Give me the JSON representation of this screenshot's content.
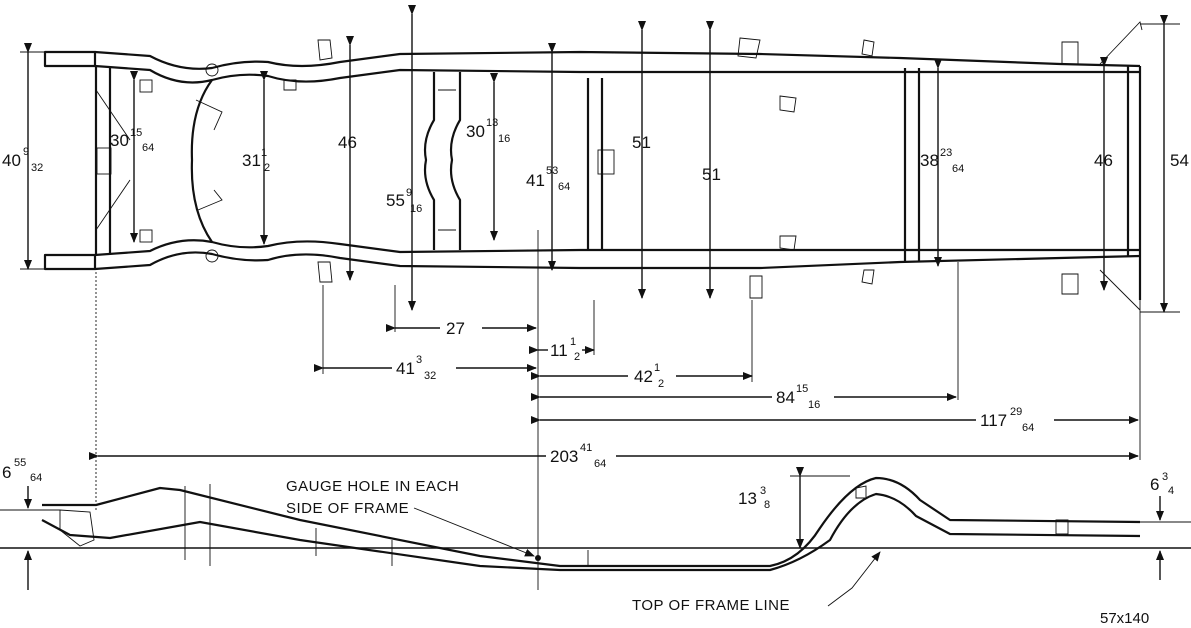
{
  "diagram": {
    "plan_view": {
      "widths": {
        "front_outer": {
          "whole": "40",
          "num": "9",
          "den": "32"
        },
        "front_inner": {
          "whole": "30",
          "num": "15",
          "den": "64"
        },
        "front_crossmember": {
          "whole": "31",
          "num": "1",
          "den": "2"
        },
        "diag_46_front": "46",
        "diag_55": {
          "whole": "55",
          "num": "9",
          "den": "16"
        },
        "center_crossmember": {
          "whole": "30",
          "num": "13",
          "den": "16"
        },
        "center_width": {
          "whole": "41",
          "num": "53",
          "den": "64"
        },
        "diag_51_a": "51",
        "diag_51_b": "51",
        "rear_inner": {
          "whole": "38",
          "num": "23",
          "den": "64"
        },
        "diag_46_rear": "46",
        "rear_outer": "54"
      },
      "lengths": {
        "d27": "27",
        "d11": {
          "whole": "11",
          "num": "1",
          "den": "2"
        },
        "d41": {
          "whole": "41",
          "num": "3",
          "den": "32"
        },
        "d42": {
          "whole": "42",
          "num": "1",
          "den": "2"
        },
        "d84": {
          "whole": "84",
          "num": "15",
          "den": "16"
        },
        "d117": {
          "whole": "117",
          "num": "29",
          "den": "64"
        },
        "d203": {
          "whole": "203",
          "num": "41",
          "den": "64"
        }
      }
    },
    "side_view": {
      "front_height": {
        "whole": "6",
        "num": "55",
        "den": "64"
      },
      "kick_height": {
        "whole": "13",
        "num": "3",
        "den": "8"
      },
      "rear_height": {
        "whole": "6",
        "num": "3",
        "den": "4"
      },
      "gauge_note_line1": "GAUGE HOLE IN EACH",
      "gauge_note_line2": "SIDE OF FRAME",
      "top_line_note": "TOP OF FRAME LINE"
    },
    "figure_code": "57x140"
  }
}
